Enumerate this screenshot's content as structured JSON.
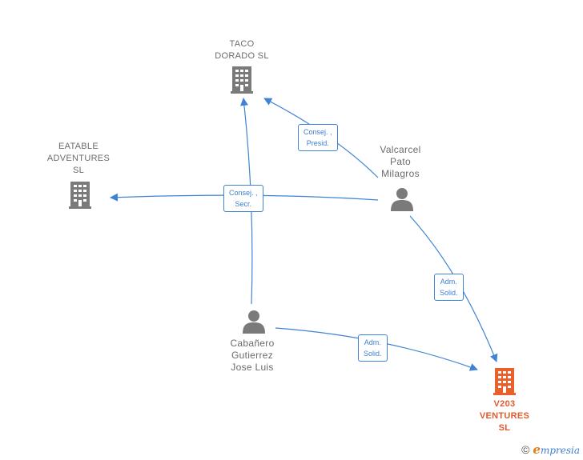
{
  "nodes": {
    "taco_dorado": {
      "label": "TACO\nDORADO  SL"
    },
    "eatable": {
      "label": "EATABLE\nADVENTURES\nSL"
    },
    "valcarcel": {
      "label": "Valcarcel\nPato\nMilagros"
    },
    "cabanero": {
      "label": "Cabañero\nGutierrez\nJose Luis"
    },
    "v203": {
      "label": "V203\nVENTURES\nSL"
    }
  },
  "edges": {
    "consej_presid": {
      "label": "Consej. ,\nPresid."
    },
    "consej_secr": {
      "label": "Consej. ,\nSecr."
    },
    "adm_solid_valcarcel": {
      "label": "Adm.\nSolid."
    },
    "adm_solid_cabanero": {
      "label": "Adm.\nSolid."
    }
  },
  "footer": {
    "copyright": "©",
    "brand_initial": "e",
    "brand_rest": "mpresia"
  },
  "colors": {
    "edge": "#3e83d4",
    "company_icon": "#7a7a7a",
    "person_icon": "#7a7a7a",
    "focus_company": "#e8612c"
  }
}
